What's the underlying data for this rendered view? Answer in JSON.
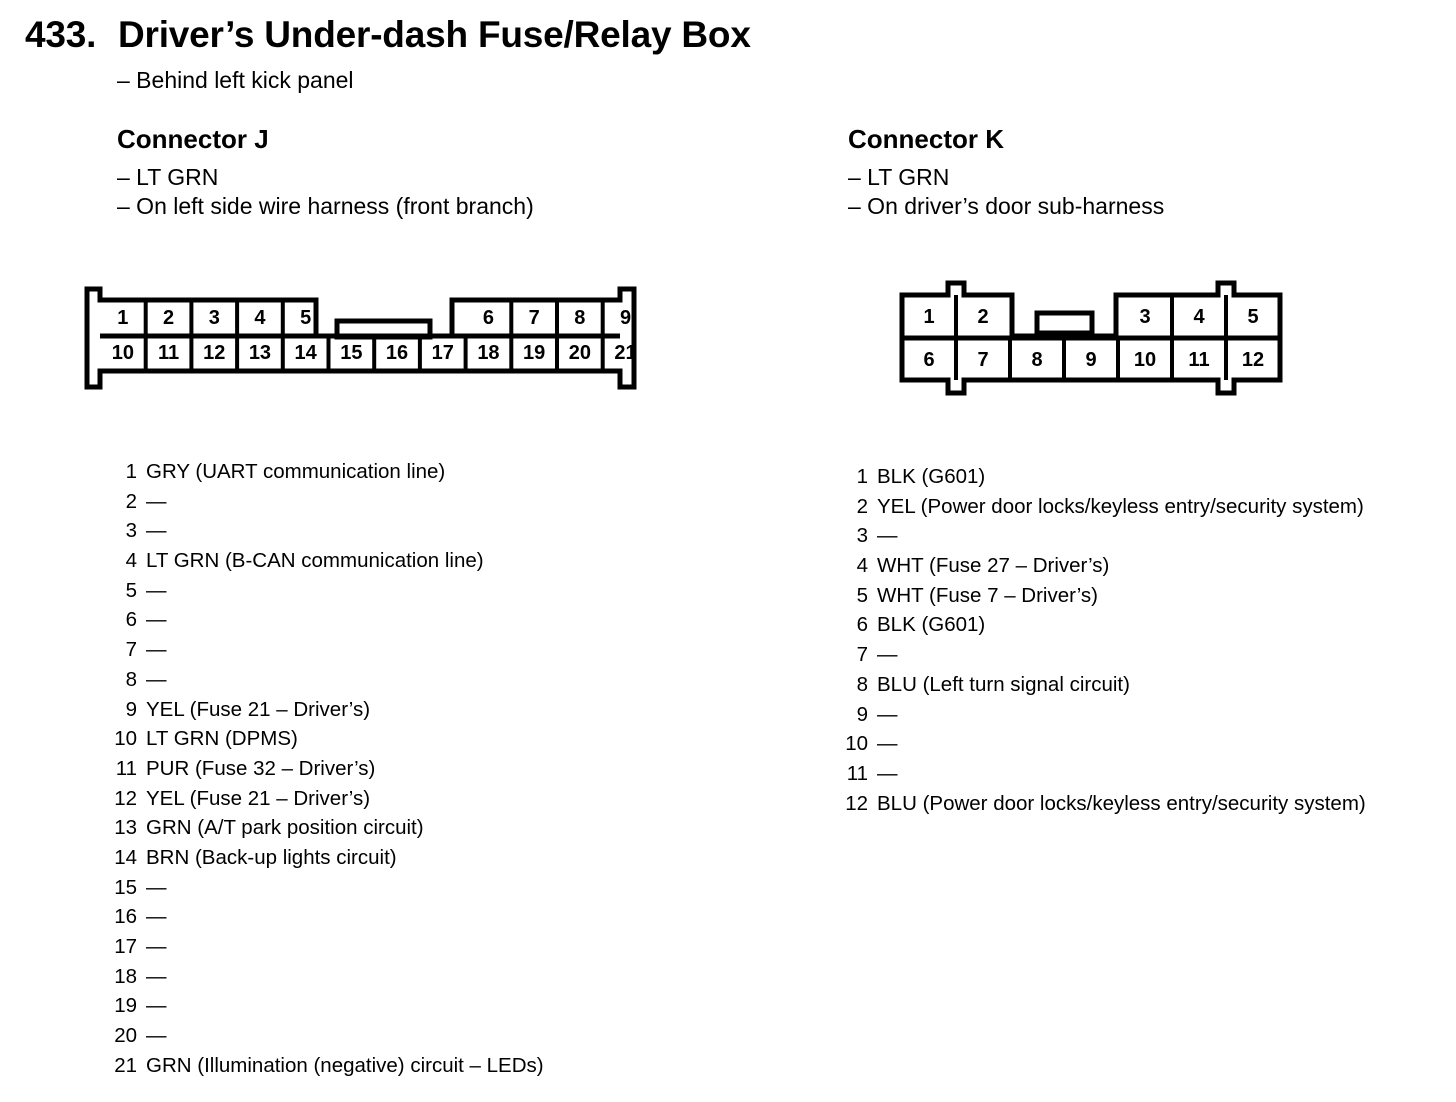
{
  "header": {
    "section_number": "433.",
    "title": "Driver’s Under-dash Fuse/Relay Box",
    "location": "– Behind left kick panel"
  },
  "connector_j": {
    "title": "Connector J",
    "color": "– LT GRN",
    "location": "– On left side wire harness (front branch)",
    "cavity_labels_top": [
      "1",
      "2",
      "3",
      "4",
      "5",
      "6",
      "7",
      "8",
      "9"
    ],
    "cavity_labels_bottom": [
      "10",
      "11",
      "12",
      "13",
      "14",
      "15",
      "16",
      "17",
      "18",
      "19",
      "20",
      "21"
    ],
    "pins": [
      {
        "num": "1",
        "desc": "GRY (UART communication line)"
      },
      {
        "num": "2",
        "desc": "—"
      },
      {
        "num": "3",
        "desc": "—"
      },
      {
        "num": "4",
        "desc": "LT GRN (B-CAN communication line)"
      },
      {
        "num": "5",
        "desc": "—"
      },
      {
        "num": "6",
        "desc": "—"
      },
      {
        "num": "7",
        "desc": "—"
      },
      {
        "num": "8",
        "desc": "—"
      },
      {
        "num": "9",
        "desc": "YEL (Fuse 21 – Driver’s)"
      },
      {
        "num": "10",
        "desc": "LT GRN (DPMS)"
      },
      {
        "num": "11",
        "desc": "PUR (Fuse 32 – Driver’s)"
      },
      {
        "num": "12",
        "desc": "YEL (Fuse 21 – Driver’s)"
      },
      {
        "num": "13",
        "desc": "GRN (A/T park position circuit)"
      },
      {
        "num": "14",
        "desc": "BRN (Back-up lights circuit)"
      },
      {
        "num": "15",
        "desc": "—"
      },
      {
        "num": "16",
        "desc": "—"
      },
      {
        "num": "17",
        "desc": "—"
      },
      {
        "num": "18",
        "desc": "—"
      },
      {
        "num": "19",
        "desc": "—"
      },
      {
        "num": "20",
        "desc": "—"
      },
      {
        "num": "21",
        "desc": "GRN (Illumination (negative) circuit – LEDs)"
      }
    ]
  },
  "connector_k": {
    "title": "Connector K",
    "color": "– LT GRN",
    "location": "– On driver’s door sub-harness",
    "cavity_labels_top": [
      "1",
      "2",
      "3",
      "4",
      "5"
    ],
    "cavity_labels_bottom": [
      "6",
      "7",
      "8",
      "9",
      "10",
      "11",
      "12"
    ],
    "pins": [
      {
        "num": "1",
        "desc": "BLK (G601)"
      },
      {
        "num": "2",
        "desc": "YEL (Power door locks/keyless entry/security system)"
      },
      {
        "num": "3",
        "desc": "—"
      },
      {
        "num": "4",
        "desc": "WHT (Fuse 27 – Driver’s)"
      },
      {
        "num": "5",
        "desc": "WHT (Fuse 7 – Driver’s)"
      },
      {
        "num": "6",
        "desc": "BLK (G601)"
      },
      {
        "num": "7",
        "desc": "—"
      },
      {
        "num": "8",
        "desc": "BLU (Left turn signal circuit)"
      },
      {
        "num": "9",
        "desc": "—"
      },
      {
        "num": "10",
        "desc": "—"
      },
      {
        "num": "11",
        "desc": "—"
      },
      {
        "num": "12",
        "desc": "BLU (Power door locks/keyless entry/security system)"
      }
    ]
  }
}
